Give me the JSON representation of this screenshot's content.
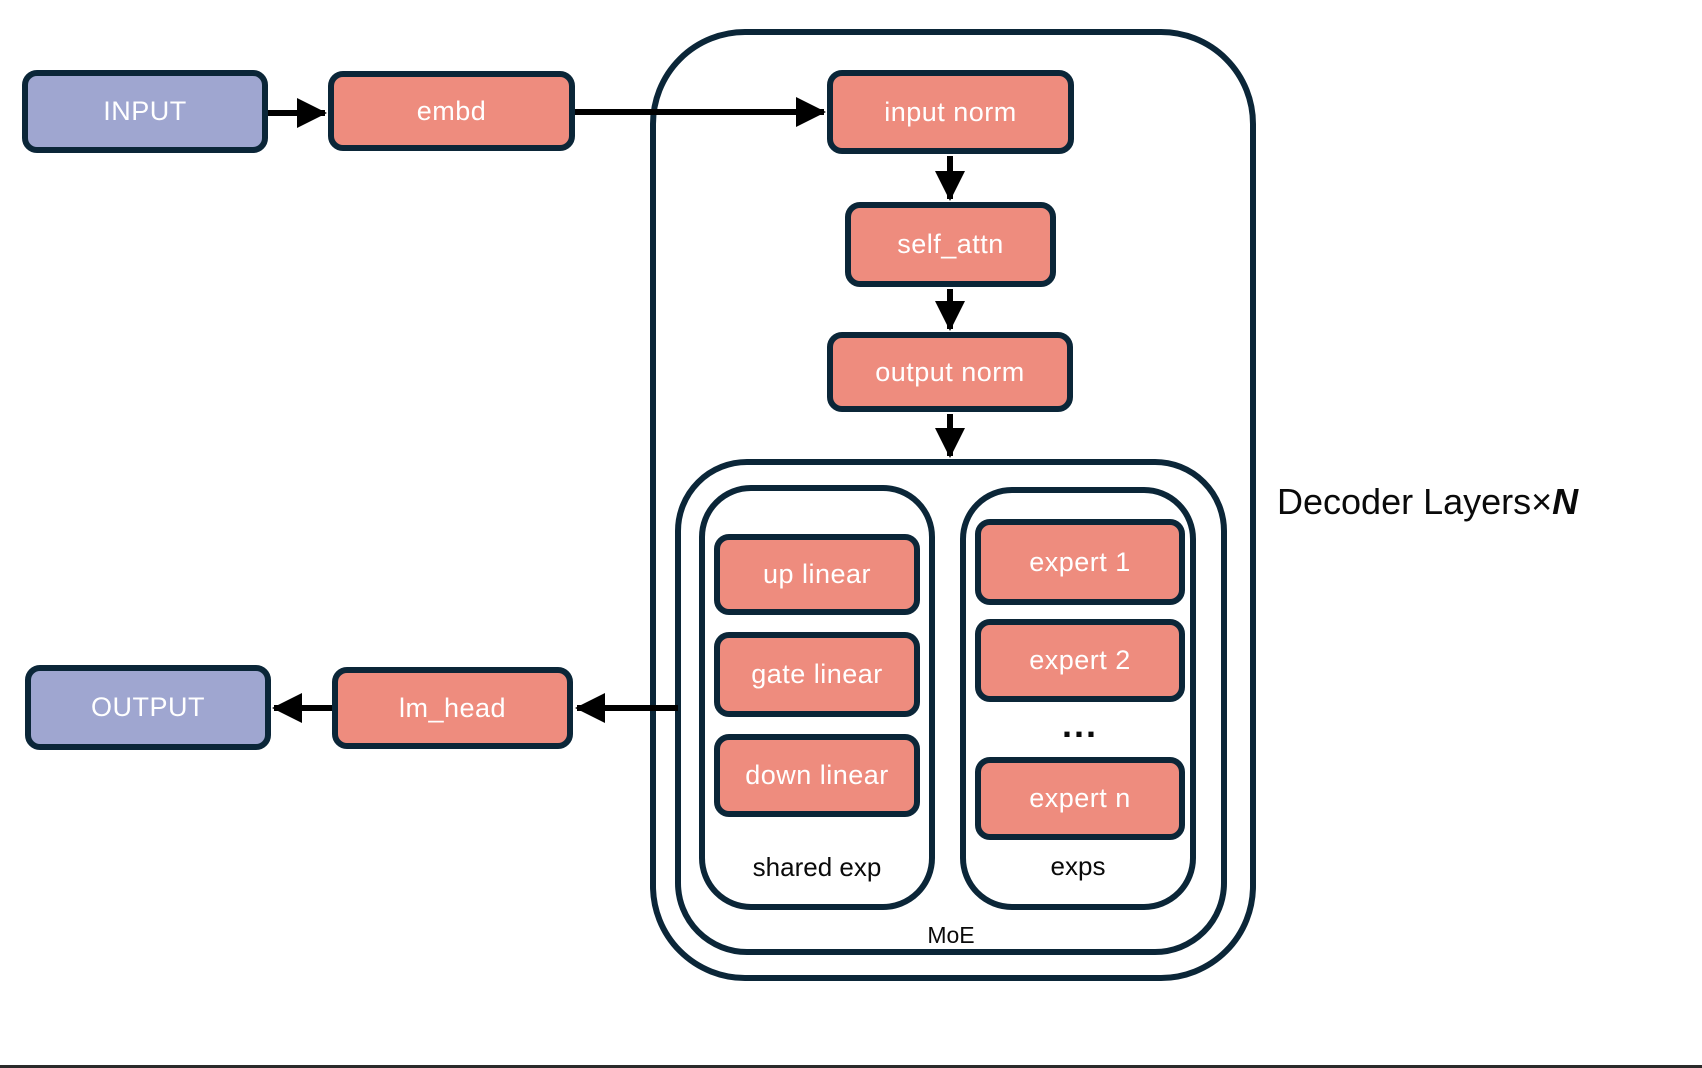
{
  "colors": {
    "border": "#0B2638",
    "salmon": "#EE8C7E",
    "blue": "#9FA6D0",
    "text_light": "#FFFFFF",
    "text_dark": "#0A0A0A",
    "arrow": "#000000"
  },
  "nodes": {
    "input": "INPUT",
    "embd": "embd",
    "input_norm": "input norm",
    "self_attn": "self_attn",
    "output_norm": "output norm",
    "up_linear": "up linear",
    "gate_linear": "gate linear",
    "down_linear": "down linear",
    "expert_1": "expert 1",
    "expert_2": "expert 2",
    "expert_ellipsis": "...",
    "expert_n": "expert n",
    "lm_head": "lm_head",
    "output": "OUTPUT"
  },
  "labels": {
    "shared_exp": "shared exp",
    "exps": "exps",
    "moe": "MoE",
    "decoder_layers_prefix": "Decoder Layers",
    "decoder_layers_times": "×",
    "decoder_layers_n": "N"
  }
}
